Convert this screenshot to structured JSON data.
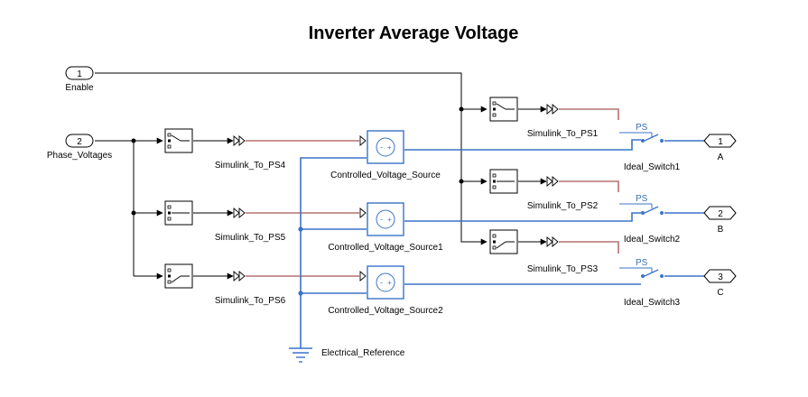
{
  "title": "Inverter Average Voltage",
  "inports": [
    {
      "num": "1",
      "label": "Enable"
    },
    {
      "num": "2",
      "label": "Phase_Voltages"
    }
  ],
  "outports": [
    {
      "num": "1",
      "label": "A"
    },
    {
      "num": "2",
      "label": "B"
    },
    {
      "num": "3",
      "label": "C"
    }
  ],
  "converters_left": [
    "Simulink_To_PS4",
    "Simulink_To_PS5",
    "Simulink_To_PS6"
  ],
  "converters_right": [
    "Simulink_To_PS1",
    "Simulink_To_PS2",
    "Simulink_To_PS3"
  ],
  "sources": [
    "Controlled_Voltage_Source",
    "Controlled_Voltage_Source1",
    "Controlled_Voltage_Source2"
  ],
  "switches": [
    "Ideal_Switch1",
    "Ideal_Switch2",
    "Ideal_Switch3"
  ],
  "switch_port_label": "PS",
  "reference": "Electrical_Reference"
}
